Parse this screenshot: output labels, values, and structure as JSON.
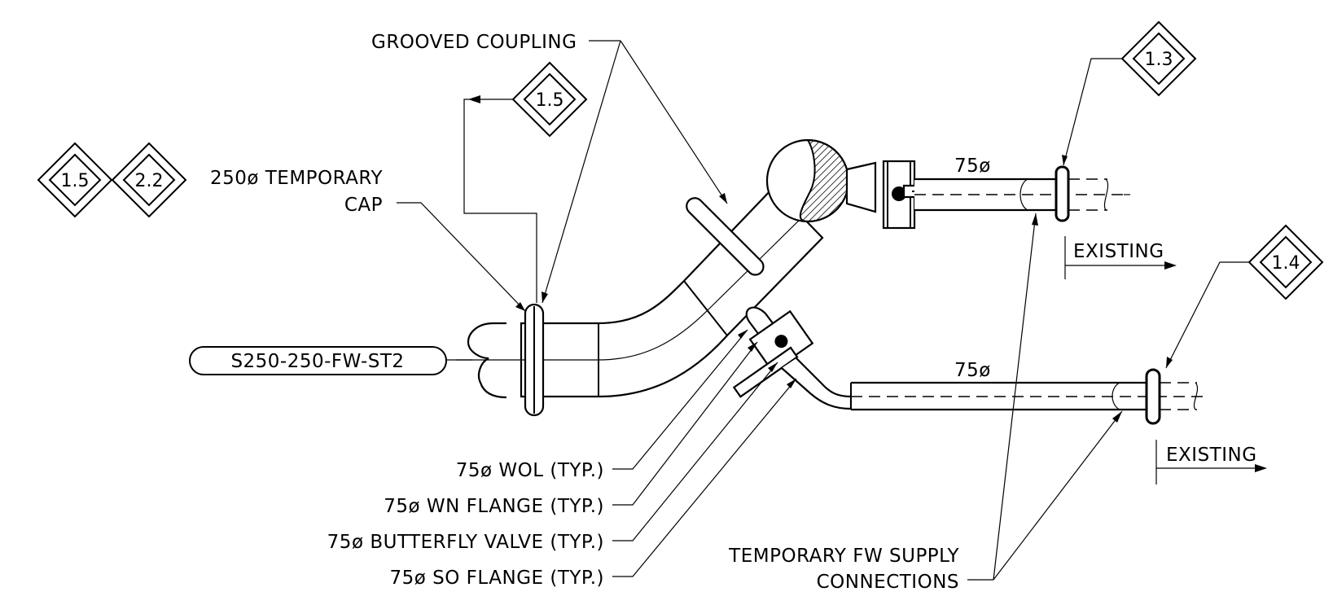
{
  "labels": {
    "grooved_coupling": "GROOVED COUPLING",
    "temp_cap_line1": "250ø TEMPORARY",
    "temp_cap_line2": "CAP",
    "line_id": "S250-250-FW-ST2",
    "dia_upper": "75ø",
    "dia_lower": "75ø",
    "existing_upper": "EXISTING",
    "existing_lower": "EXISTING",
    "wol": "75ø WOL (TYP.)",
    "wn_flange": "75ø WN FLANGE (TYP.)",
    "butterfly_valve": "75ø BUTTERFLY VALVE (TYP.)",
    "so_flange": "75ø SO FLANGE (TYP.)",
    "temp_supply_line1": "TEMPORARY FW SUPPLY",
    "temp_supply_line2": "CONNECTIONS"
  },
  "tags": {
    "left_a": "1.5",
    "left_b": "2.2",
    "top": "1.5",
    "upper_right": "1.3",
    "lower_right": "1.4"
  }
}
